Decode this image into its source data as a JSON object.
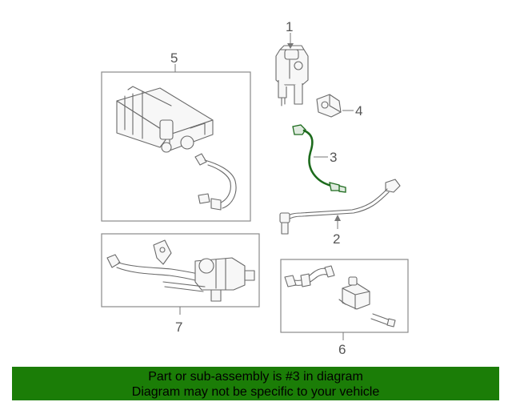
{
  "callouts": {
    "c1": "1",
    "c2": "2",
    "c3": "3",
    "c4": "4",
    "c5": "5",
    "c6": "6",
    "c7": "7"
  },
  "footer": {
    "line1": "Part or sub-assembly is #3 in diagram",
    "line2": "Diagram may not be specific to your vehicle"
  },
  "colors": {
    "banner": "#1b7d07",
    "highlight_part": "#1d6b1d"
  }
}
